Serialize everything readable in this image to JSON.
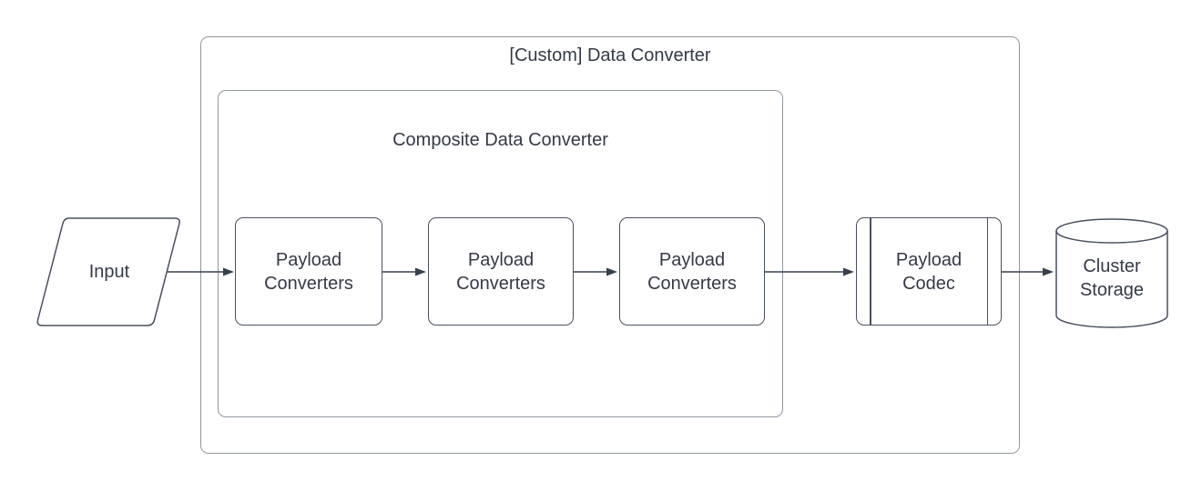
{
  "diagram": {
    "outer_container": {
      "title": "[Custom] Data Converter"
    },
    "inner_container": {
      "title": "Composite Data Converter"
    },
    "nodes": {
      "input": {
        "shape": "parallelogram",
        "lines": [
          "Input"
        ]
      },
      "payload_converter_1": {
        "shape": "rounded-rectangle",
        "lines": [
          "Payload",
          "Converters"
        ]
      },
      "payload_converter_2": {
        "shape": "rounded-rectangle",
        "lines": [
          "Payload",
          "Converters"
        ]
      },
      "payload_converter_3": {
        "shape": "rounded-rectangle",
        "lines": [
          "Payload",
          "Converters"
        ]
      },
      "payload_codec": {
        "shape": "subroutine",
        "lines": [
          "Payload",
          "Codec"
        ]
      },
      "cluster_storage": {
        "shape": "cylinder",
        "lines": [
          "Cluster",
          "Storage"
        ]
      }
    },
    "edges": [
      {
        "from": "input",
        "to": "payload_converter_1"
      },
      {
        "from": "payload_converter_1",
        "to": "payload_converter_2"
      },
      {
        "from": "payload_converter_2",
        "to": "payload_converter_3"
      },
      {
        "from": "payload_converter_3",
        "to": "payload_codec"
      },
      {
        "from": "payload_codec",
        "to": "cluster_storage"
      }
    ],
    "colors": {
      "background": "#ffffff",
      "container_stroke": "#9198a1",
      "shape_stroke": "#49505e",
      "arrow": "#39404d",
      "text": "#343a46"
    }
  }
}
